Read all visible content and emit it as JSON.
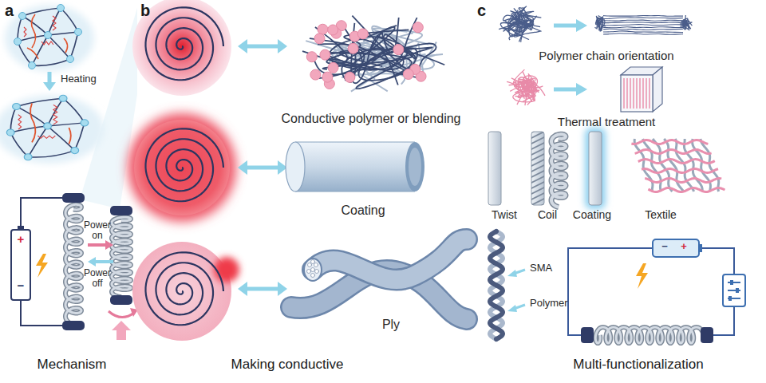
{
  "diagram": {
    "labels": [
      "a",
      "b",
      "c",
      "Polymer chain orientation",
      "Heating",
      "Conductive polymer or blending",
      "Thermal treatment",
      "Coating",
      "Twist",
      "Coil",
      "Coating",
      "Textile",
      "Power on",
      "+",
      "Power off",
      "−",
      "−",
      "+",
      "SMA",
      "Polymer",
      "Ply",
      "Mechanism",
      "Making conductive",
      "Multi-functionalization"
    ]
  }
}
